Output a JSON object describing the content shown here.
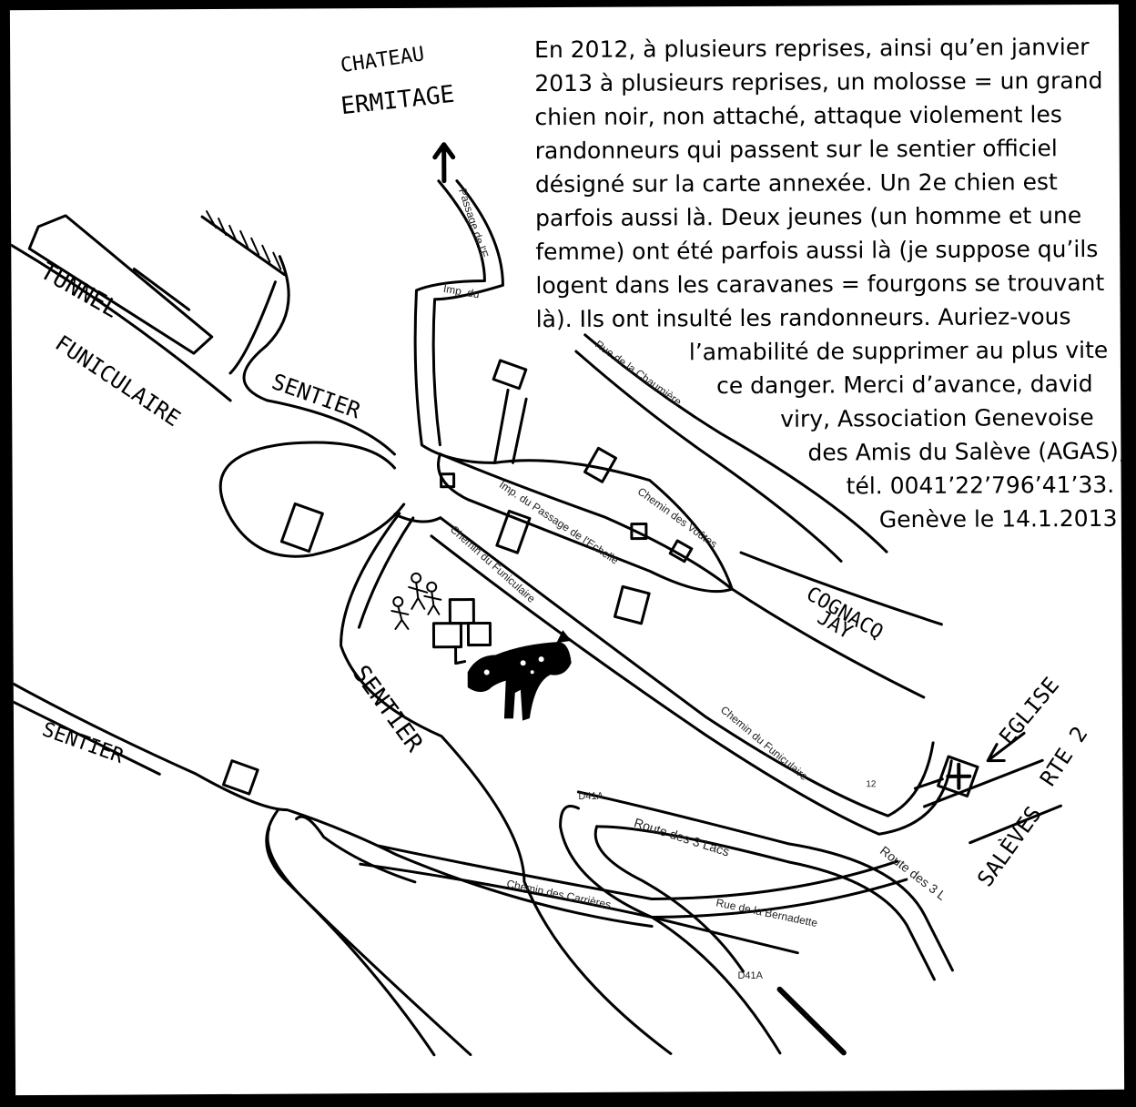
{
  "note": {
    "lines": [
      "En 2012, à plusieurs reprises, ainsi qu’en janvier",
      "2013 à plusieurs reprises, un molosse = un grand",
      "chien noir, non attaché, attaque violement les",
      "randonneurs qui passent sur le sentier officiel",
      "désigné sur la carte annexée. Un 2e chien est",
      "parfois aussi là. Deux jeunes (un homme et une",
      "femme) ont été parfois aussi là (je suppose qu’ils",
      "logent dans les caravanes = fourgons se trouvant",
      "là). Ils ont insulté les randonneurs. Auriez-vous",
      "l’amabilité de supprimer au plus vite",
      "ce danger. Merci d’avance, david",
      "viry, Association Genevoise",
      "des Amis du Salève (AGAS),",
      "tél. 0041’22’796’41’33.",
      "Genève le 14.1.2013"
    ]
  },
  "handwritten": {
    "chateau": "CHATEAU",
    "ermitage": "ERMITAGE",
    "tunnel": "TUNNEL",
    "funiculaire": "FUNICULAIRE",
    "sentier_top": "SENTIER",
    "sentier_mid": "SENTIER",
    "sentier_left": "SENTIER",
    "cognacq": "COGNACQ",
    "jay": "JAY",
    "eglise": "EGLISE",
    "rte2": "RTE 2",
    "saleves": "SALÈVES"
  },
  "streets": {
    "passage_echelle_top": "Passage de l'E",
    "imp_du": "Imp. du",
    "rue_chaumiere": "Rue de la Chaumière",
    "chemin_voutes": "Chemin des Voûtes",
    "imp_passage_echelle": "Imp. du Passage de l'Echelle",
    "chemin_funiculaire_1": "Chemin du Funiculaire",
    "chemin_funiculaire_2": "Chemin du Funiculaire",
    "route_3_lacs_1": "Route des 3 Lacs",
    "route_3_lacs_2": "Route des 3 L",
    "chemin_carrieres": "Chemin des Carrières",
    "rue_bernadette": "Rue de la Bernadette",
    "d41a_1": "D41A",
    "d41a_2": "D41A",
    "num_12": "12"
  }
}
